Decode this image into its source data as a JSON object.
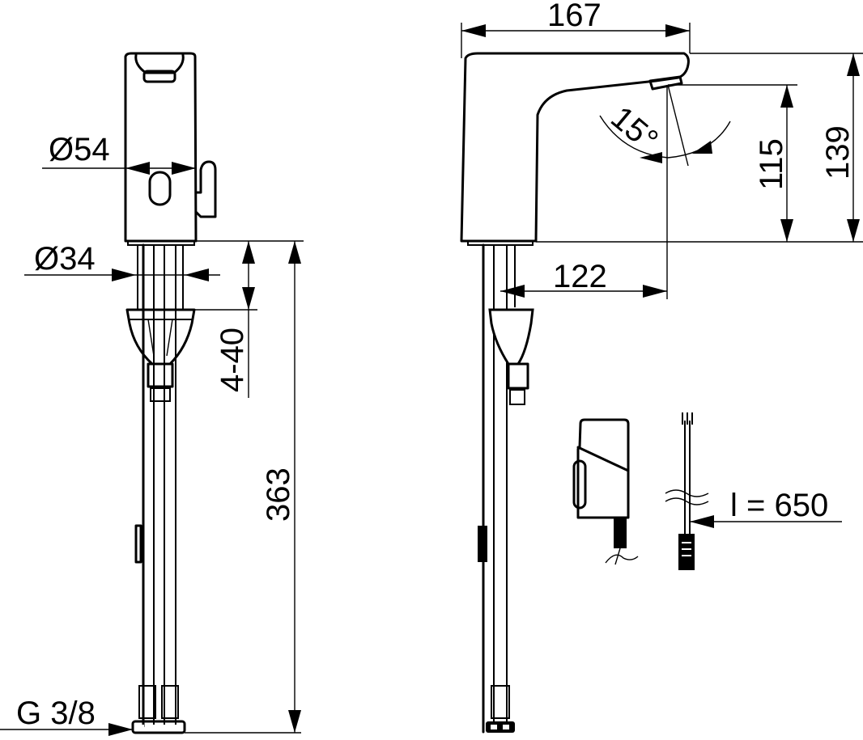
{
  "drawing": {
    "title": "Sensor basin faucet dimension drawing",
    "views": [
      "front-view",
      "side-view",
      "power-supply-detail"
    ],
    "colors": {
      "line": "#000000",
      "background": "#ffffff"
    }
  },
  "dimensions": {
    "body_diameter": "Ø54",
    "shank_diameter": "Ø34",
    "deck_thickness": "4-40",
    "hose_length": "363",
    "hose_connection": "G 3/8",
    "projection_length": "167",
    "spout_reach": "122",
    "outlet_height": "115",
    "total_height": "139",
    "sensor_angle": "15°",
    "cable_length": "l = 650"
  }
}
